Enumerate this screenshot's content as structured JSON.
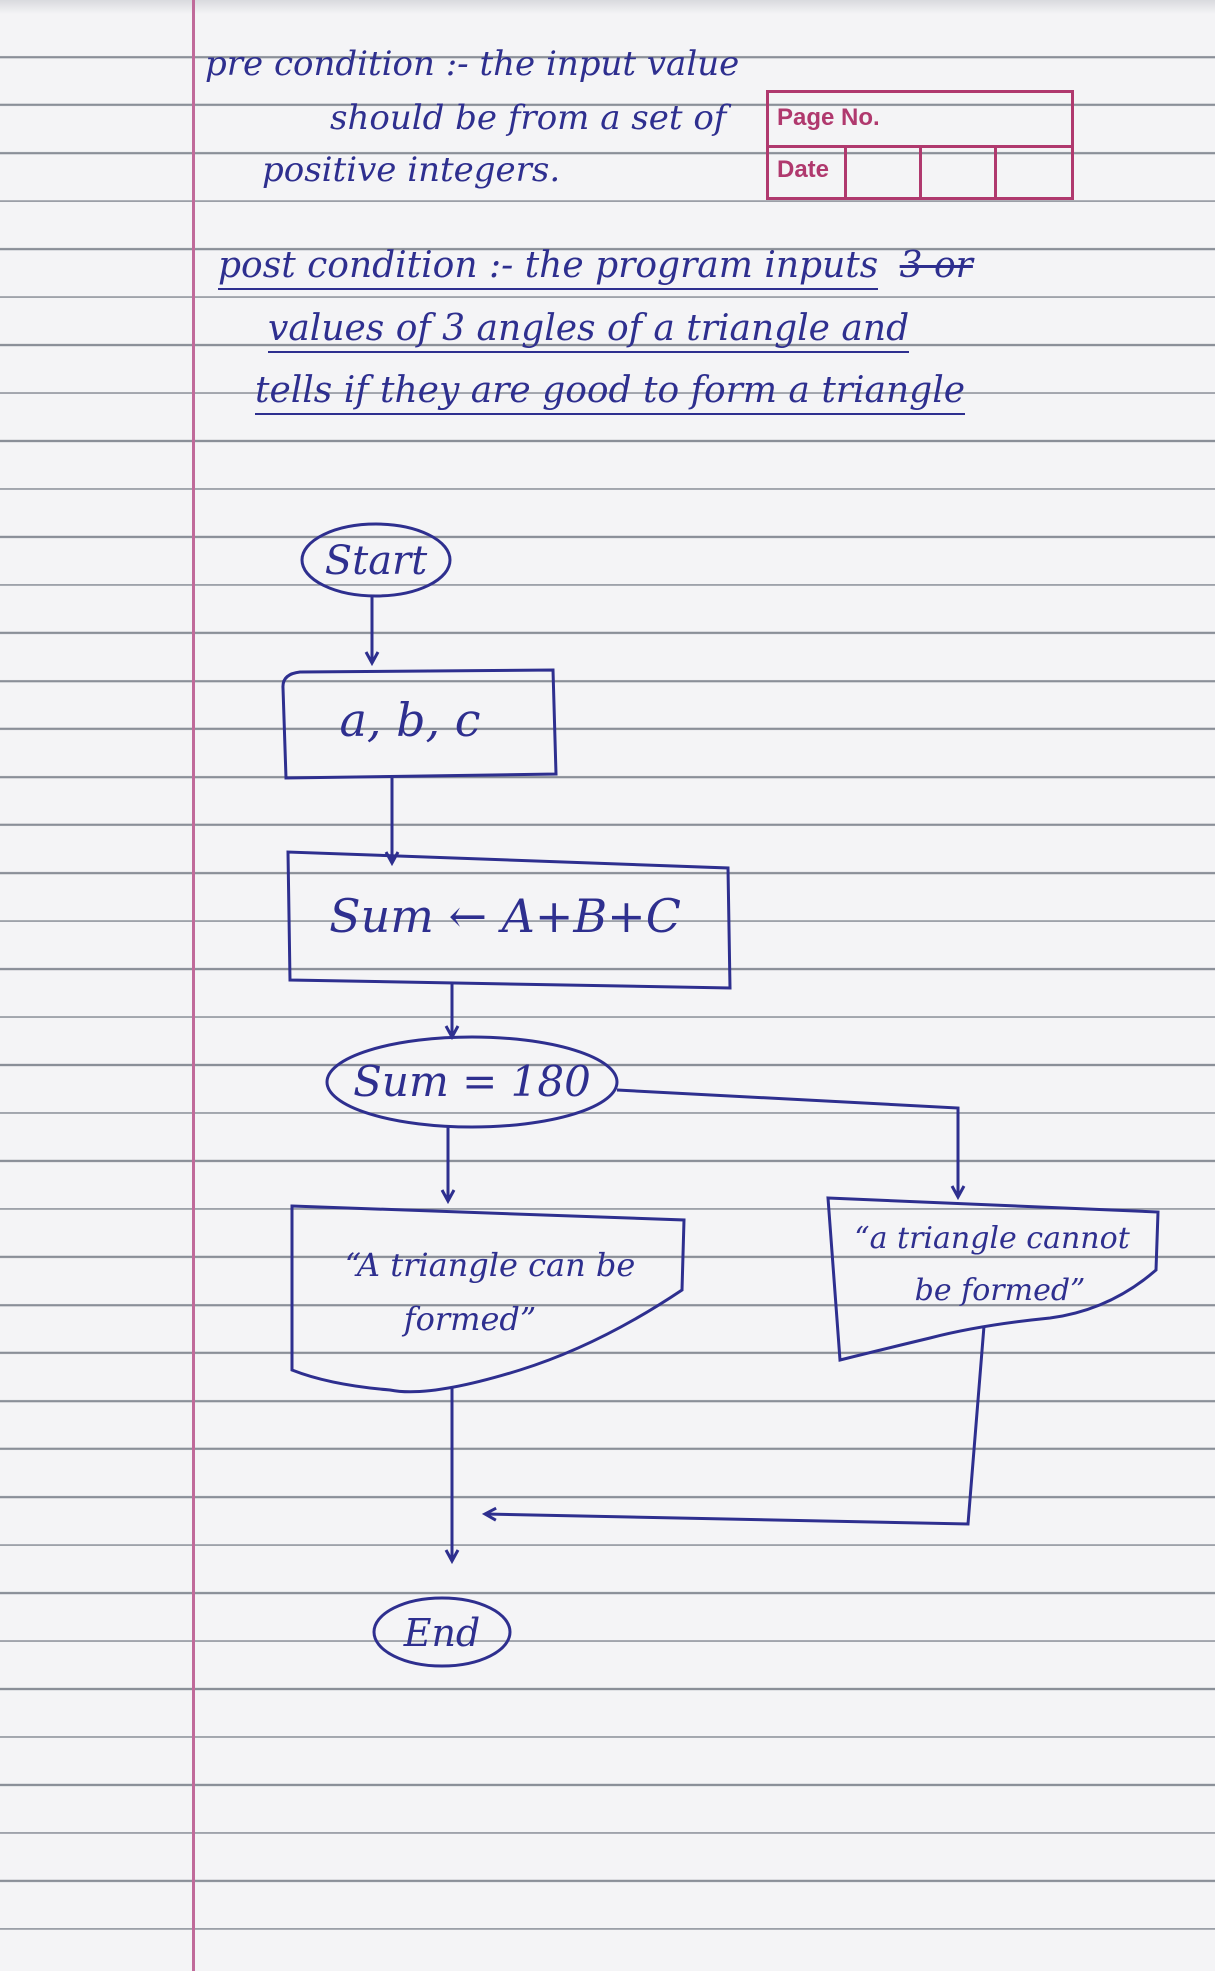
{
  "header_box": {
    "page_no_label": "Page No.",
    "date_label": "Date"
  },
  "precondition": {
    "line1": "pre condition :- the input value",
    "line2": "should be from a set of",
    "line3": "positive integers."
  },
  "postcondition": {
    "line1": "post condition :- the program inputs",
    "struck": "3 or",
    "line2": "values of 3 angles of a triangle and",
    "line3": "tells if they are good to form a triangle"
  },
  "flowchart": {
    "start": "Start",
    "input": "a, b, c",
    "process": "Sum ← A+B+C",
    "decision": "Sum = 180",
    "output_yes_line1": "“A triangle can be",
    "output_yes_line2": "formed”",
    "output_no_line1": "“a triangle cannot",
    "output_no_line2": "be formed”",
    "end": "End"
  },
  "colors": {
    "ink": "#2e2f8f",
    "margin": "#c06a9a",
    "rule": "#8a8f98",
    "box": "#b0396e"
  }
}
